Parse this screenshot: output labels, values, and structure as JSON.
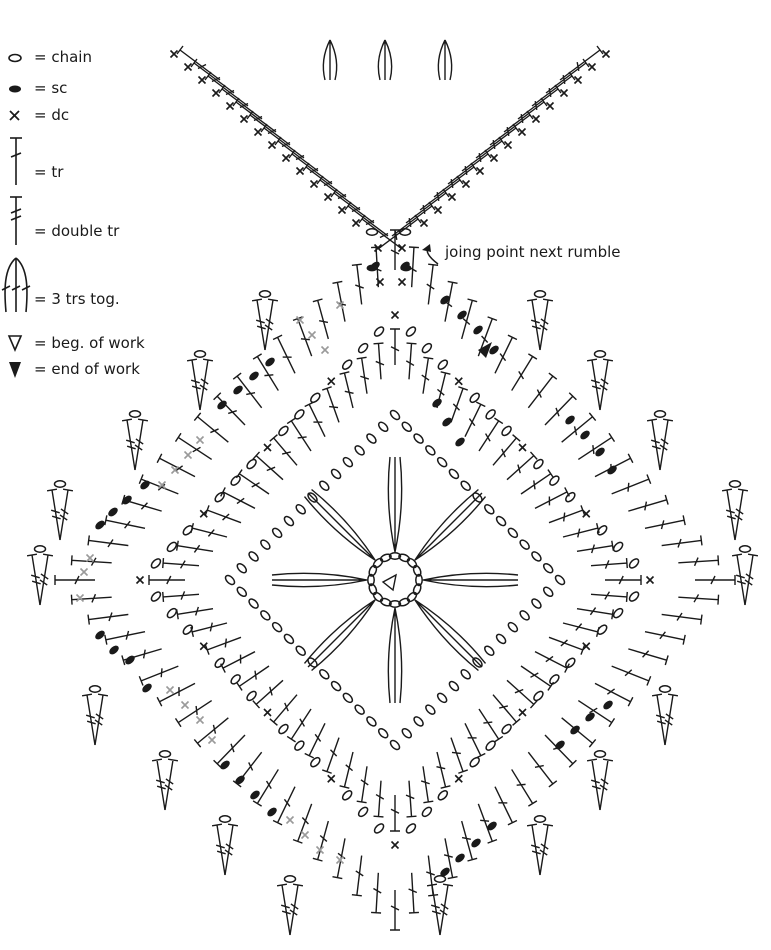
{
  "legend": {
    "items": [
      {
        "symbol": "chain",
        "label": "= chain"
      },
      {
        "symbol": "sc",
        "label": "= sc"
      },
      {
        "symbol": "dc",
        "label": "= dc"
      },
      {
        "symbol": "tr",
        "label": "= tr"
      },
      {
        "symbol": "double-tr",
        "label": "= double tr"
      },
      {
        "symbol": "3-trs-tog",
        "label": "= 3 trs tog."
      },
      {
        "symbol": "beg-of-work",
        "label": "= beg. of work"
      },
      {
        "symbol": "end-of-work",
        "label": "= end of work"
      }
    ]
  },
  "annotation": {
    "joining_note": "joing point next rumble"
  },
  "colors": {
    "ink": "#1a1a1a",
    "accent_gray": "#9a9a9a",
    "background": "#ffffff"
  }
}
